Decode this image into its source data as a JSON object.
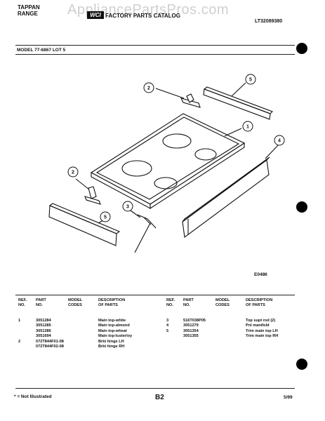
{
  "header": {
    "brand_line1": "TAPPAN",
    "brand_line2": "RANGE",
    "logo_text": "WCI",
    "catalog_title": "FACTORY PARTS CATALOG",
    "catalog_number": "LT32089380",
    "watermark": "AppliancePartsPros.com"
  },
  "model_line": "MODEL 77-6867 LOT 5",
  "diagram": {
    "callouts": [
      "1",
      "2",
      "2",
      "3",
      "4",
      "5",
      "5"
    ],
    "drawing_code": "E0486"
  },
  "table": {
    "headers": {
      "ref": [
        "REF.",
        "NO."
      ],
      "part": [
        "PART",
        "NO."
      ],
      "model": [
        "MODEL",
        "CODES"
      ],
      "desc": [
        "DESCRIPTION",
        "OF PARTS"
      ]
    },
    "left_rows": [
      {
        "ref": "1",
        "part": "3051284",
        "model": "",
        "desc": "Main top-white"
      },
      {
        "ref": "",
        "part": "3051285",
        "model": "",
        "desc": "Main top-almond"
      },
      {
        "ref": "",
        "part": "3051286",
        "model": "",
        "desc": "Main top-wheat"
      },
      {
        "ref": "",
        "part": "3051694",
        "model": "",
        "desc": "Main top-lusterloy"
      },
      {
        "ref": "2",
        "part": "072T844F01-08",
        "model": "",
        "desc": "Brkt hinge LH"
      },
      {
        "ref": "",
        "part": "072T844F02-08",
        "model": "",
        "desc": "Brkt hinge RH"
      }
    ],
    "right_rows": [
      {
        "ref": "3",
        "part": "516T038P05",
        "model": "",
        "desc": "Top supt rod (2)"
      },
      {
        "ref": "4",
        "part": "3051279",
        "model": "",
        "desc": "Pnl manifold"
      },
      {
        "ref": "5",
        "part": "3051354",
        "model": "",
        "desc": "Trim main top LH"
      },
      {
        "ref": "",
        "part": "3051355",
        "model": "",
        "desc": "Trim main top RH"
      }
    ]
  },
  "footer": {
    "note": "* = Not Illustrated",
    "page": "B2",
    "date": "5/99"
  }
}
